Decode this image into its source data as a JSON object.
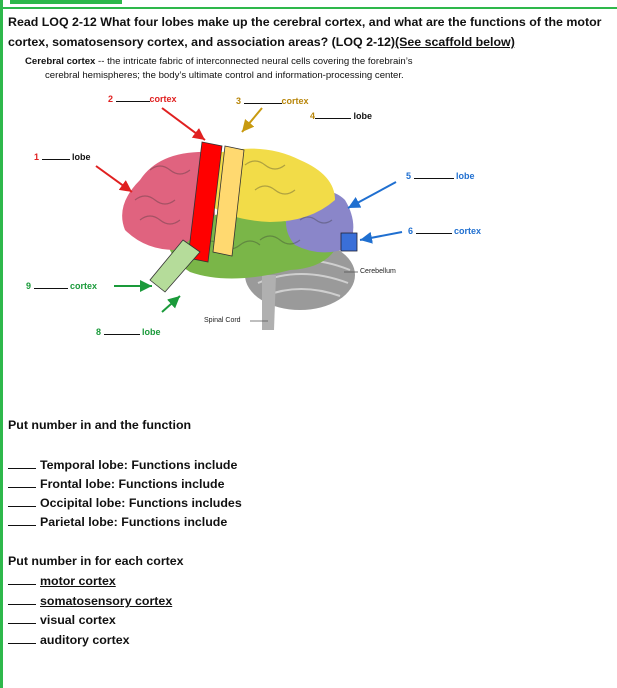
{
  "question": {
    "text": "Read LOQ 2-12 What four lobes make up the cerebral cortex, and what are the functions of the motor cortex, somatosensory cortex, and association areas? (LOQ 2-12)",
    "scaffold": "(See scaffold below)"
  },
  "definition": {
    "term": "Cerebral cortex",
    "line1": " -- the intricate fabric of interconnected neural cells covering the forebrain’s",
    "line2": "cerebral hemispheres; the body’s ultimate control and information-processing center."
  },
  "diagram_labels": {
    "l1": {
      "num": "1",
      "word": "lobe"
    },
    "l2": {
      "num": "2",
      "word": "cortex"
    },
    "l3": {
      "num": "3",
      "word": "cortex"
    },
    "l4": {
      "num": "4",
      "word": "lobe"
    },
    "l5": {
      "num": "5",
      "word": "lobe"
    },
    "l6": {
      "num": "6",
      "word": "cortex"
    },
    "l8": {
      "num": "8",
      "word": "lobe"
    },
    "l9": {
      "num": "9",
      "word": "cortex"
    },
    "cerebellum": "Cerebellum",
    "spinal_cord": "Spinal Cord"
  },
  "lobes_section": {
    "heading": "Put number in and the function",
    "items": [
      "Temporal lobe: Functions include",
      "Frontal lobe: Functions include",
      "Occipital lobe: Functions includes",
      "Parietal lobe: Functions include"
    ]
  },
  "cortex_section": {
    "heading": "Put number in for each cortex",
    "items": [
      "motor cortex",
      "somatosensory cortex",
      "visual cortex",
      "auditory cortex"
    ]
  },
  "colors": {
    "frontal": "#e0637f",
    "parietal": "#f2dc48",
    "occipital": "#8a86c9",
    "temporal": "#7ab648",
    "motor_strip": "#ff0000",
    "somato_strip": "#ffd970",
    "auditory_strip": "#b5dc9a",
    "visual_box": "#3a6fd8",
    "accent_green": "#2eb84b"
  }
}
